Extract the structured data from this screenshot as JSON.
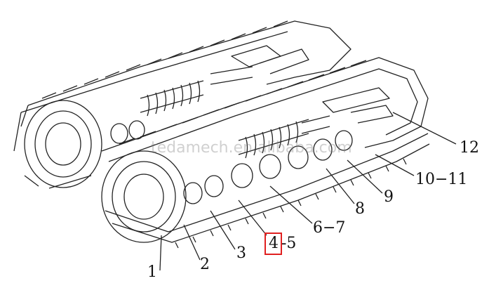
{
  "watermark": "tedamech.en.alibaba.com",
  "highlight_color": "#e02020",
  "callouts": [
    {
      "id": "c1",
      "label": "1"
    },
    {
      "id": "c2",
      "label": "2"
    },
    {
      "id": "c3",
      "label": "3"
    },
    {
      "id": "c4",
      "label": "4"
    },
    {
      "id": "c5",
      "label": "-5"
    },
    {
      "id": "c67",
      "label": "6−7"
    },
    {
      "id": "c8",
      "label": "8"
    },
    {
      "id": "c9",
      "label": "9"
    },
    {
      "id": "c1011",
      "label": "10−11"
    },
    {
      "id": "c12",
      "label": "12"
    }
  ]
}
